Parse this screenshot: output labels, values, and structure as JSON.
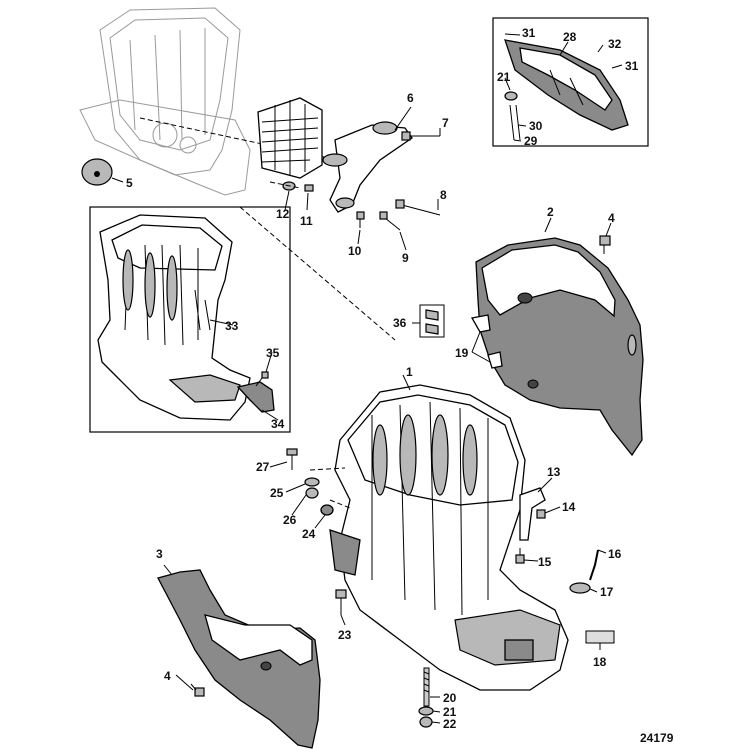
{
  "figure_id": "24179",
  "callouts": {
    "c1": "1",
    "c2": "2",
    "c3": "3",
    "c4a": "4",
    "c4b": "4",
    "c5": "5",
    "c6": "6",
    "c7": "7",
    "c8": "8",
    "c9": "9",
    "c10": "10",
    "c11": "11",
    "c12": "12",
    "c13": "13",
    "c14": "14",
    "c15": "15",
    "c16": "16",
    "c17": "17",
    "c18": "18",
    "c19": "19",
    "c20": "20",
    "c21a": "21",
    "c21b": "21",
    "c22": "22",
    "c23": "23",
    "c24": "24",
    "c25": "25",
    "c26": "26",
    "c27": "27",
    "c28": "28",
    "c29": "29",
    "c30": "30",
    "c31a": "31",
    "c31b": "31",
    "c32": "32",
    "c33": "33",
    "c34": "34",
    "c35": "35",
    "c36": "36"
  }
}
